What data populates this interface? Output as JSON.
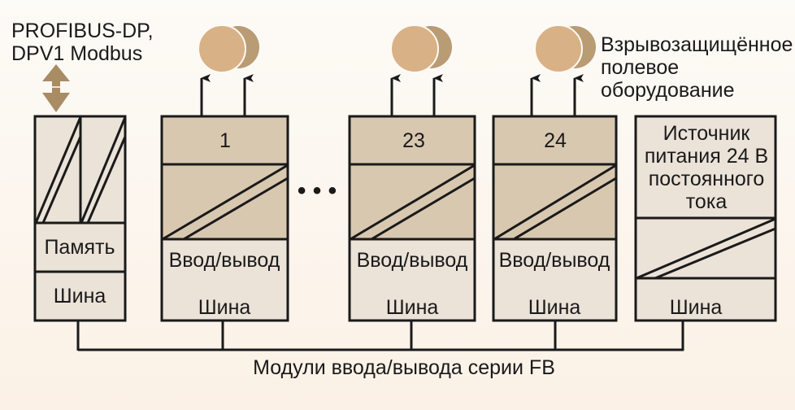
{
  "protocol_label": [
    "PROFIBUS-DP,",
    "DPV1 Modbus"
  ],
  "field_equipment_label": [
    "Взрывозащищённое",
    "полевое",
    "оборудование"
  ],
  "controller": {
    "memory": "Память",
    "bus": "Шина"
  },
  "io_modules": [
    {
      "number": "1",
      "io": "Ввод/вывод",
      "bus": "Шина"
    },
    {
      "number": "23",
      "io": "Ввод/вывод",
      "bus": "Шина"
    },
    {
      "number": "24",
      "io": "Ввод/вывод",
      "bus": "Шина"
    }
  ],
  "ellipsis": "• • •",
  "power_supply": {
    "label": [
      "Источник",
      "питания 24 В",
      "постоянного",
      "тока"
    ],
    "bus": "Шина"
  },
  "caption": "Модули ввода/вывода серии FB",
  "colors": {
    "dark_fill": "#d9c8b0",
    "light_fill": "#ebe2d8",
    "circle_front": "#d9b186",
    "circle_back": "#b99b74",
    "arrow": "#a98b64"
  }
}
